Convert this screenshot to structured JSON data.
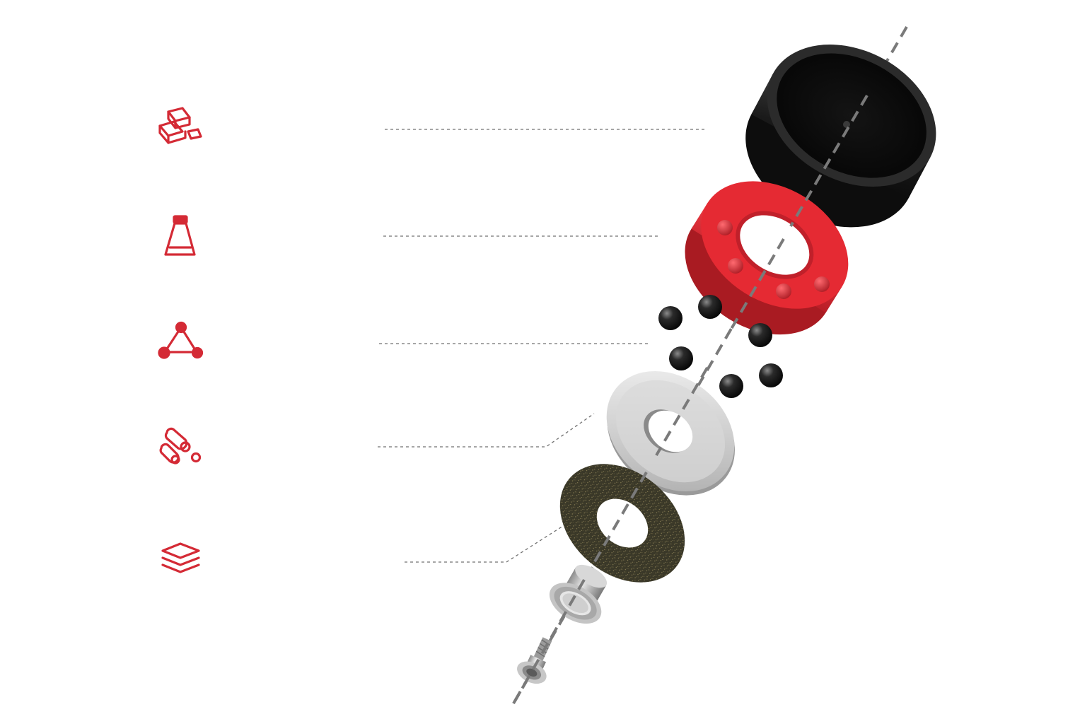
{
  "colors": {
    "accent": "#d42a35",
    "leader": "#707070",
    "axis": "#7a7a7a",
    "cap": "#1c1c1c",
    "cage": "#d8262f",
    "ball": "#222222",
    "washer": "#c9c9c9",
    "gasket": "#3b3a2c",
    "metal": "#b9b9b9"
  },
  "legend": [
    {
      "id": "metal-material",
      "icon": "metal-ingots-icon"
    },
    {
      "id": "bottle-material",
      "icon": "bottle-icon"
    },
    {
      "id": "molecule-material",
      "icon": "molecule-icon"
    },
    {
      "id": "rods-material",
      "icon": "rods-icon"
    },
    {
      "id": "layers-material",
      "icon": "layers-icon"
    }
  ],
  "parts": [
    {
      "id": "cap",
      "name": "black-cap"
    },
    {
      "id": "cage",
      "name": "red-ball-cage"
    },
    {
      "id": "balls",
      "name": "ball-set"
    },
    {
      "id": "washer",
      "name": "steel-washer"
    },
    {
      "id": "gasket",
      "name": "cork-gasket"
    },
    {
      "id": "bushing",
      "name": "metal-bushing"
    },
    {
      "id": "screw",
      "name": "shoulder-screw"
    }
  ]
}
